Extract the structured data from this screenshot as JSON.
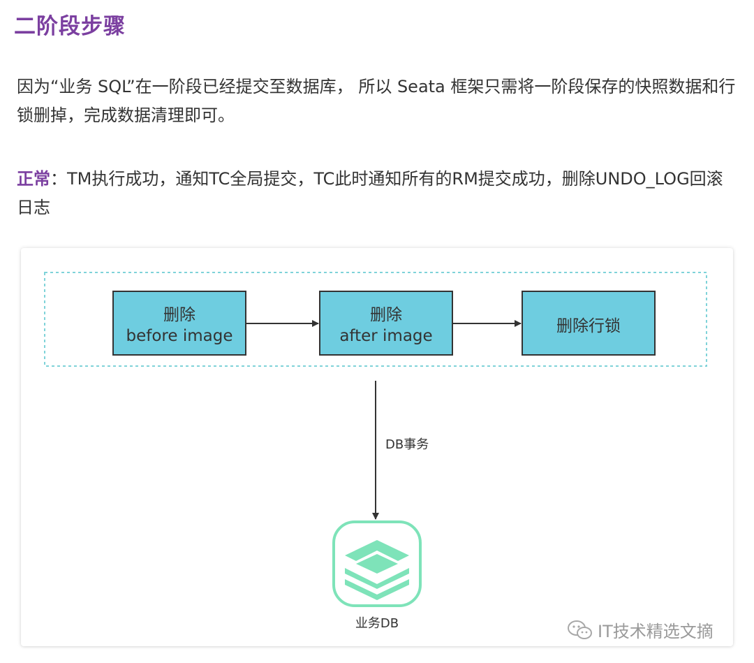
{
  "heading": "二阶段步骤",
  "paragraph1": "因为“业务 SQL”在一阶段已经提交至数据库， 所以 Seata 框架只需将一阶段保存的快照数据和行锁删掉，完成数据清理即可。",
  "paragraph2": {
    "label": "正常",
    "text": "：TM执行成功，通知TC全局提交，TC此时通知所有的RM提交成功，删除UNDO_LOG回滚日志"
  },
  "diagram": {
    "box1": {
      "line1": "删除",
      "line2": "before image"
    },
    "box2": {
      "line1": "删除",
      "line2": "after image"
    },
    "box3": {
      "line1": "删除行锁"
    },
    "arrow_label": "DB事务",
    "db_label": "业务DB",
    "colors": {
      "box_fill": "#6ecde0",
      "box_border": "#333333",
      "dashed_border": "#7fd3d9",
      "db_icon": "#7ee3b9",
      "arrow": "#333333"
    }
  },
  "watermark": {
    "icon": "wechat-icon",
    "text": "IT技术精选文摘"
  }
}
